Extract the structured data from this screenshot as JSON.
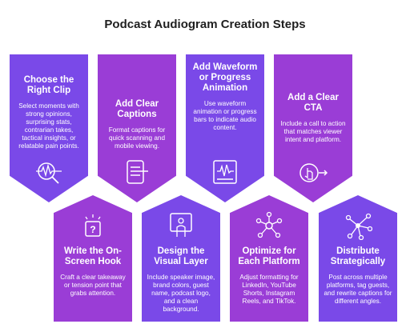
{
  "title": "Podcast Audiogram Creation Steps",
  "cards": [
    {
      "heading": "Choose the Right Clip",
      "text": "Select moments with strong opinions, surprising stats, contrarian takes, tactical insights, or relatable pain points.",
      "icon": "magnifier-waveform-icon"
    },
    {
      "heading": "Add Clear Captions",
      "text": "Format captions for quick scanning and mobile viewing.",
      "icon": "captions-icon"
    },
    {
      "heading": "Add Waveform or Progress Animation",
      "text": "Use waveform animation or progress bars to indicate audio content.",
      "icon": "waveform-screen-icon"
    },
    {
      "heading": "Add a Clear CTA",
      "text": "Include a call to action that matches viewer intent and platform.",
      "icon": "click-arrow-icon"
    },
    {
      "heading": "Write the On-Screen Hook",
      "text": "Craft a clear takeaway or tension point that grabs attention.",
      "icon": "question-sign-icon"
    },
    {
      "heading": "Design the Visual Layer",
      "text": "Include speaker image, brand colors, guest name, podcast logo, and a clean background.",
      "icon": "presenter-icon"
    },
    {
      "heading": "Optimize for Each Platform",
      "text": "Adjust formatting for LinkedIn, YouTube Shorts, Instagram Reels, and TikTok.",
      "icon": "network-icon"
    },
    {
      "heading": "Distribute Strategically",
      "text": "Post across multiple platforms, tag guests, and rewrite captions for different angles.",
      "icon": "hub-icon"
    }
  ]
}
